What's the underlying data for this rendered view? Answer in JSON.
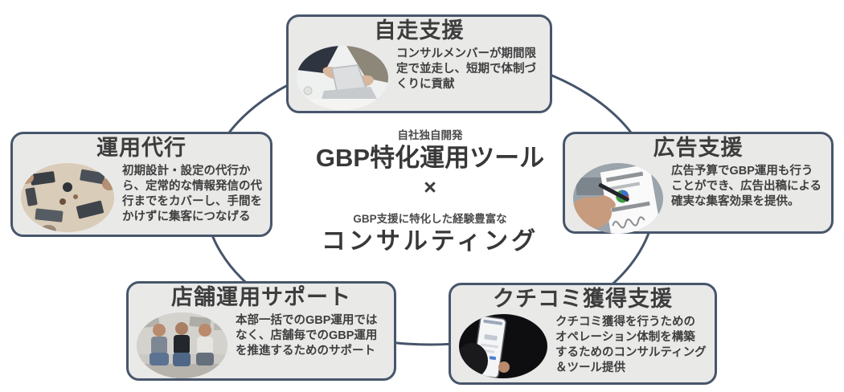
{
  "diagram_title": "GBP support services cycle",
  "center": {
    "tool_tagline": "自社独自開発",
    "tool_title": "GBP特化運用ツール",
    "multiply_symbol": "×",
    "consulting_tagline": "GBP支援に特化した経験豊富な",
    "consulting_title": "コンサルティング"
  },
  "nodes": [
    {
      "id": "self-run-support",
      "title": "自走支援",
      "description": "コンサルメンバーが期間限定で並走し、短期で体制づくりに貢献",
      "image": "photo-consultants-pointing-laptop"
    },
    {
      "id": "operation-agency",
      "title": "運用代行",
      "description": "初期設計・設定の代行から、定常的な情報発信の代行までをカバーし、手間をかけずに集客につなげる",
      "image": "photo-desk-overhead-laptops"
    },
    {
      "id": "ad-support",
      "title": "広告支援",
      "description": "広告予算でGBP運用も行うことができ、広告出稿による確実な集客効果を提供。",
      "image": "photo-pen-pointing-charts"
    },
    {
      "id": "store-operation-support",
      "title": "店舗運用サポート",
      "description": "本部一括でのGBP運用ではなく、店舗毎でのGBP運用を推進するためのサポート",
      "image": "photo-store-staff-sitting"
    },
    {
      "id": "review-acquisition-support",
      "title": "クチコミ獲得支援",
      "description": "クチコミ獲得を行うためのオペレーション体制を構築するためのコンサルティング＆ツール提供",
      "image": "photo-hand-holding-phone-google"
    }
  ],
  "colors": {
    "box_border": "#47566b",
    "box_fill": "#e9e9e8",
    "cycle_stroke": "#46546a",
    "title_text": "#3d3d3d",
    "body_text": "#3f3f3f"
  }
}
